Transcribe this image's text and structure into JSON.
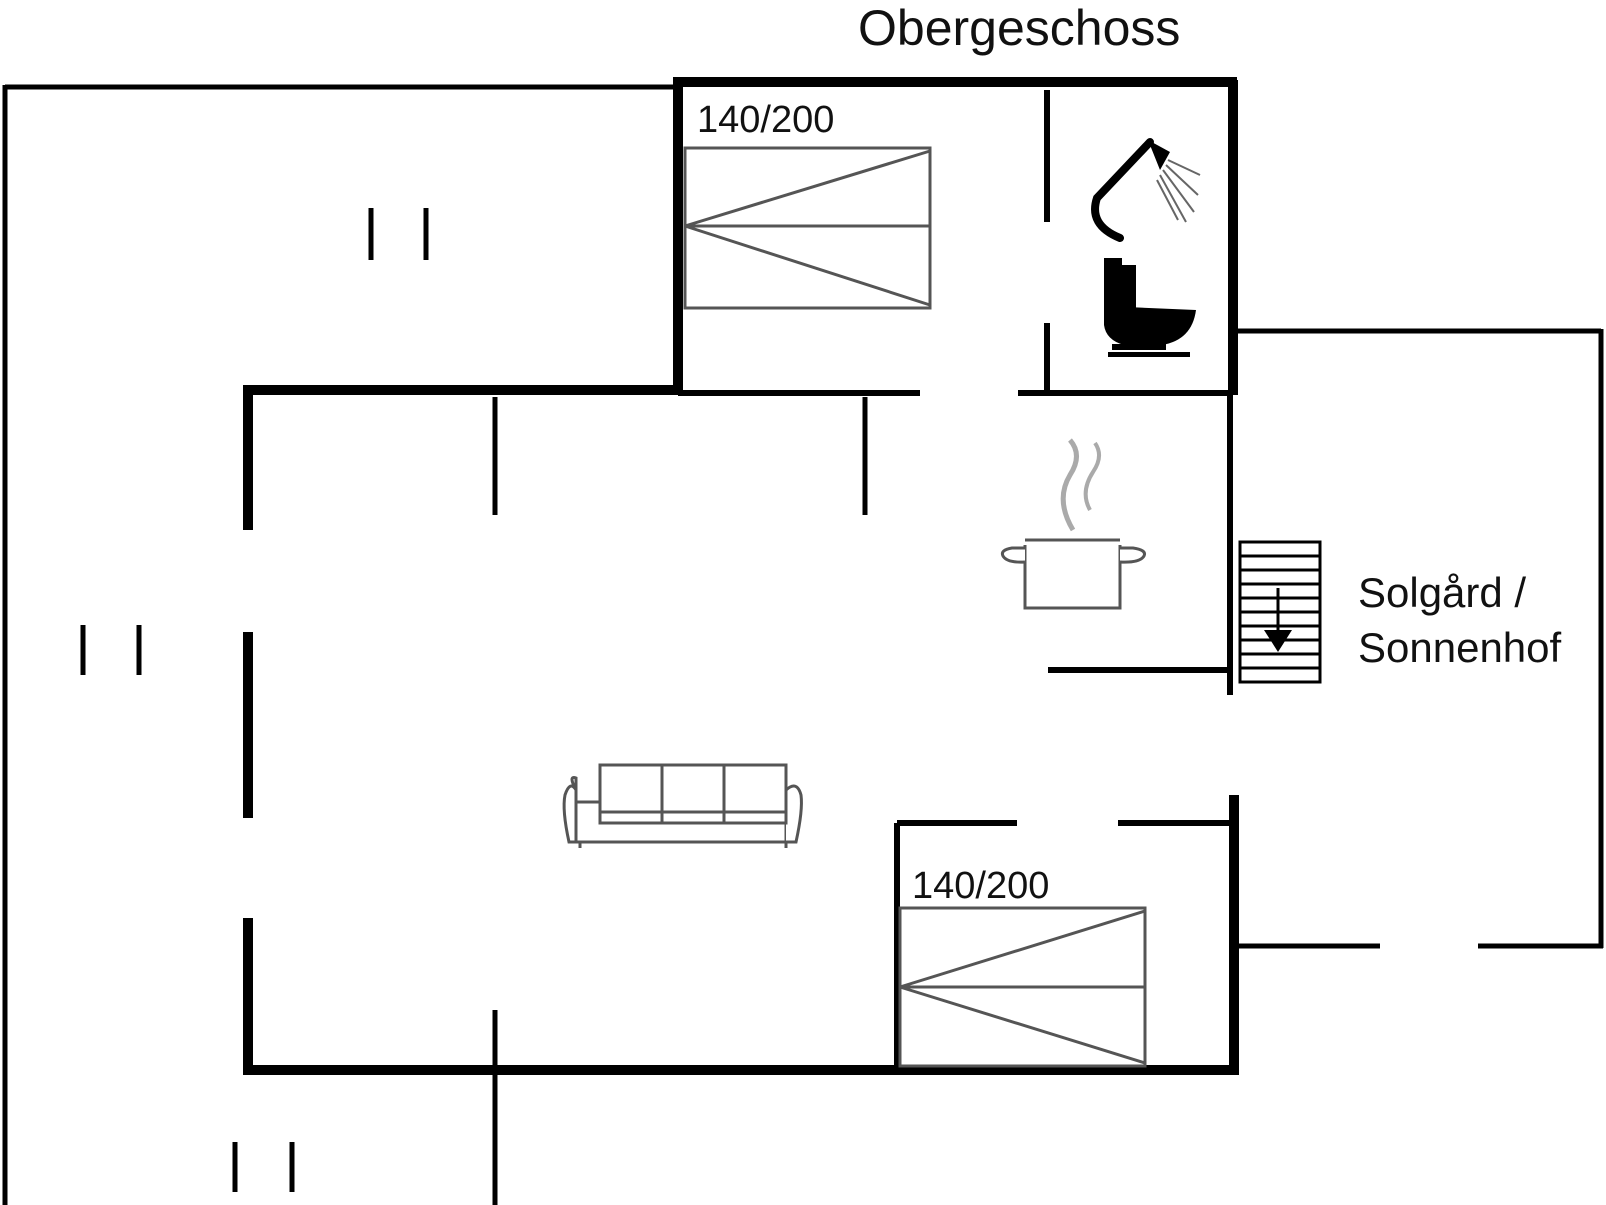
{
  "floor_title": "Obergeschoss",
  "beds": [
    {
      "size_label": "140/200"
    },
    {
      "size_label": "140/200"
    }
  ],
  "outdoor_label_line1": "Solgård /",
  "outdoor_label_line2": "Sonnenhof",
  "icons": [
    "shower-icon",
    "toilet-icon",
    "cooking-pot-icon",
    "sofa-icon",
    "stair-down-arrow-icon"
  ],
  "colors": {
    "wall": "#000000",
    "furniture": "#555555",
    "steam": "#aaaaaa"
  }
}
